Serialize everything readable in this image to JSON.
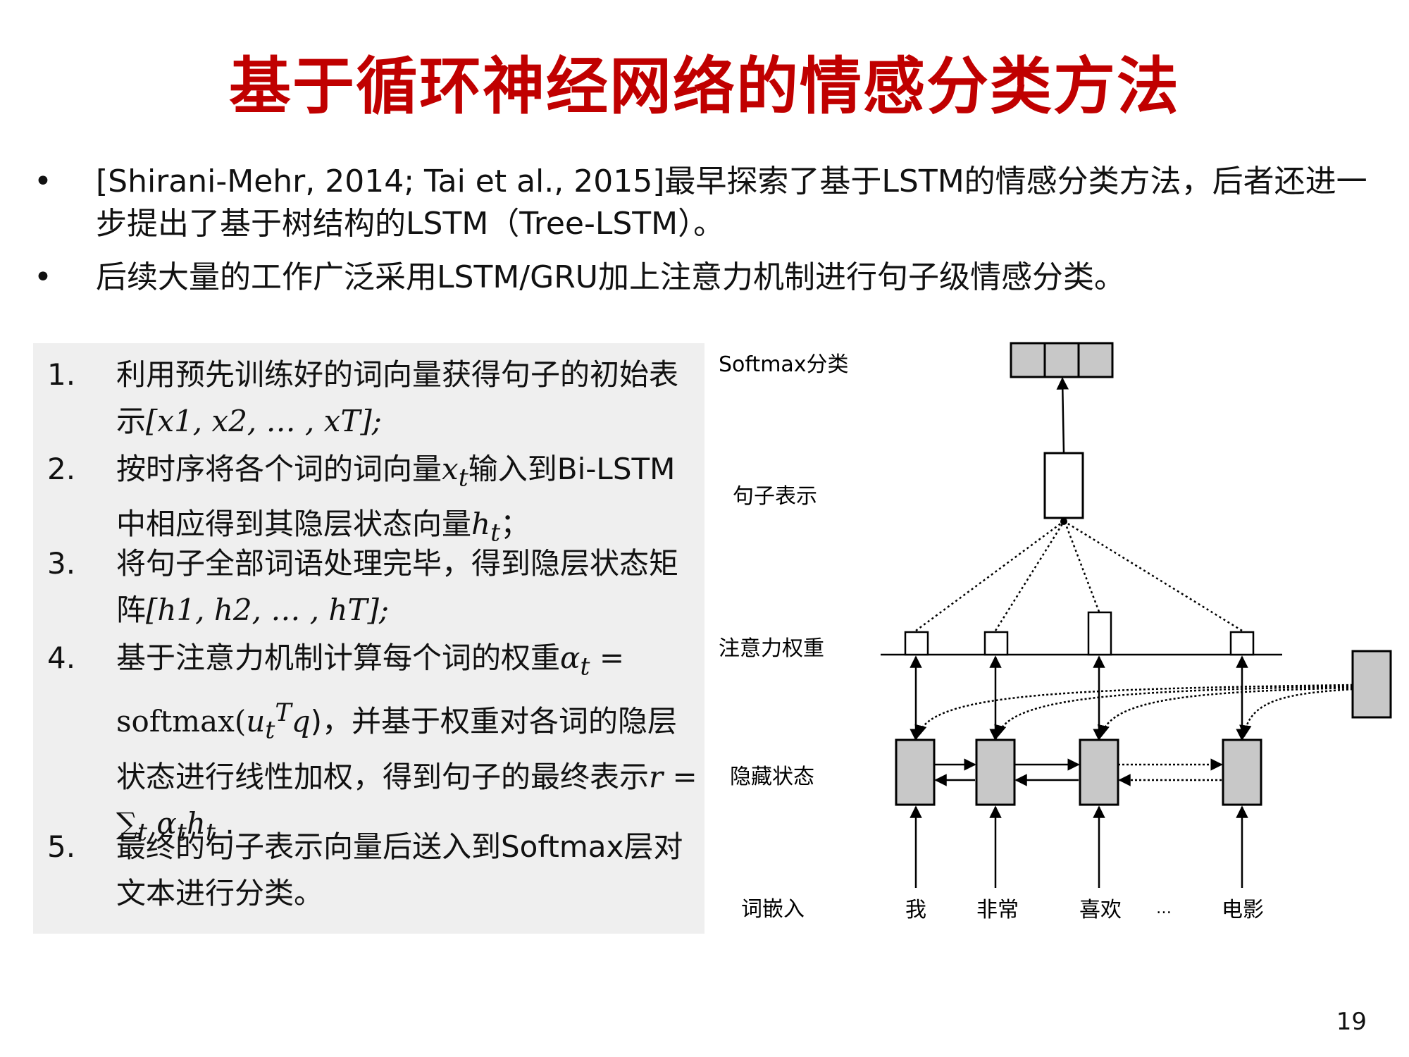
{
  "title": "基于循环神经网络的情感分类方法",
  "bullets": [
    {
      "marker": "•",
      "text": "[Shirani-Mehr, 2014; Tai et al., 2015]最早探索了基于LSTM的情感分类方法，后者还进一步提出了基于树结构的LSTM（Tree-LSTM）。"
    },
    {
      "marker": "•",
      "text": "后续大量的工作广泛采用LSTM/GRU加上注意力机制进行句子级情感分类。"
    }
  ],
  "steps": {
    "s1": {
      "num": "1.",
      "a": "利用预先训练好的词向量获得句子的初始表示",
      "math": "[x1, x2, … , xT];"
    },
    "s2": {
      "num": "2.",
      "a": "按时序将各个词的词向量",
      "v": "x",
      "sub": "t",
      "b": "输入到Bi-LSTM中相应得到其隐层状态向量",
      "v2": "h",
      "sub2": "t",
      "c": "；"
    },
    "s3": {
      "num": "3.",
      "a": "将句子全部词语处理完毕，得到隐层状态矩阵",
      "math": "[h1, h2, … , hT];"
    },
    "s4": {
      "num": "4.",
      "a": "基于注意力机制计算每个词的权重",
      "alpha": "α",
      "sub": "t",
      "eq": " = softmax(",
      "u": "u",
      "usub": "t",
      "usup": "T",
      "q": "q",
      "close": ")，",
      "b": "并基于权重对各词的隐层状态进行线性加权，得到句子的最终表示",
      "r": "r = ∑",
      "rsub": "t",
      "rtail": " α",
      "rsub2": "t",
      "h": "h",
      "hsub": "t",
      "dot": " ."
    },
    "s5": {
      "num": "5.",
      "a": "最终的句子表示向量后送入到Softmax层对文本进行分类。"
    }
  },
  "diagram": {
    "labels": {
      "softmax": "Softmax分类",
      "sentence": "句子表示",
      "attention": "注意力权重",
      "hidden": "隐藏状态",
      "embed": "词嵌入"
    },
    "words": [
      "我",
      "非常",
      "喜欢",
      "…",
      "电影"
    ],
    "colors": {
      "box_fill": "#c8c8c8",
      "stroke": "#000000"
    }
  },
  "page_number": "19"
}
